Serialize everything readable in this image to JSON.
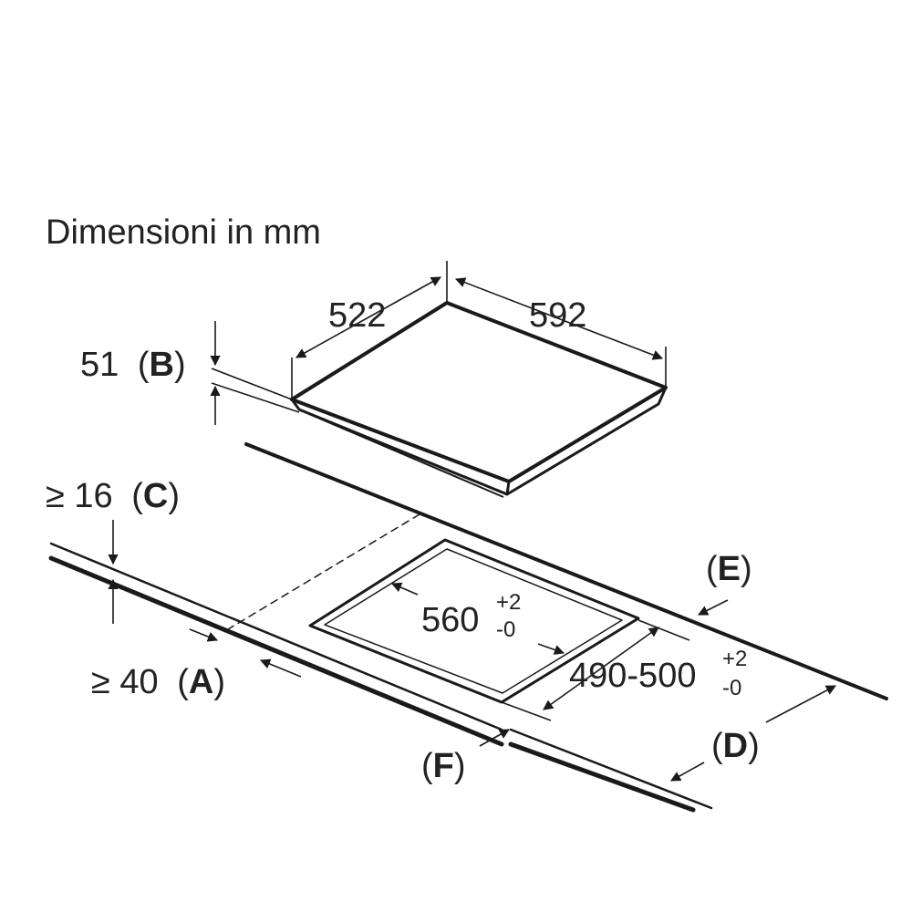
{
  "title": "Dimensioni in mm",
  "colors": {
    "line": "#1a1a1a",
    "text": "#222222",
    "background": "#ffffff"
  },
  "dimensions": {
    "depth": "522",
    "width": "592",
    "height": {
      "value": "51",
      "letter": "B"
    },
    "countertop_min_thickness": {
      "prefix": "≥ 16",
      "letter": "C"
    },
    "front_min_distance": {
      "prefix": "≥ 40",
      "letter": "A"
    },
    "cutout_width": {
      "value": "560",
      "tol_plus": "+2",
      "tol_minus": "-0"
    },
    "cutout_depth": {
      "value": "490-500",
      "tol_plus": "+2",
      "tol_minus": "-0"
    }
  },
  "callouts": {
    "back_edge": "E",
    "worktop_depth": "D",
    "front_edge": "F"
  },
  "paren_open": "(",
  "paren_close": ")"
}
